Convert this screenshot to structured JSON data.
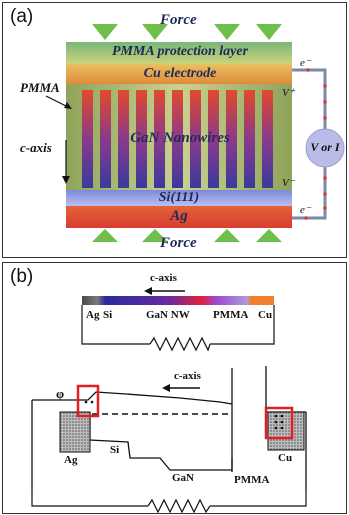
{
  "panel_a": {
    "tag": "(a)",
    "force_top": "Force",
    "force_bottom": "Force",
    "protection_layer": "PMMA protection layer",
    "electrode": "Cu electrode",
    "pmma": "PMMA",
    "nanowires": "GaN Nanowires",
    "c_axis": "c-axis",
    "si": "Si(111)",
    "ag": "Ag",
    "meter": "V or I",
    "v_plus": "V⁺",
    "v_minus": "V⁻",
    "electron": "e⁻"
  },
  "panel_b": {
    "tag": "(b)",
    "c_axis_top": "c-axis",
    "c_axis_mid": "c-axis",
    "strip_labels": [
      "Ag",
      "Si",
      "GaN NW",
      "PMMA",
      "Cu"
    ],
    "band_labels": {
      "ag": "Ag",
      "si": "Si",
      "gan": "GaN",
      "pmma": "PMMA",
      "cu": "Cu"
    },
    "phi": "φ"
  }
}
